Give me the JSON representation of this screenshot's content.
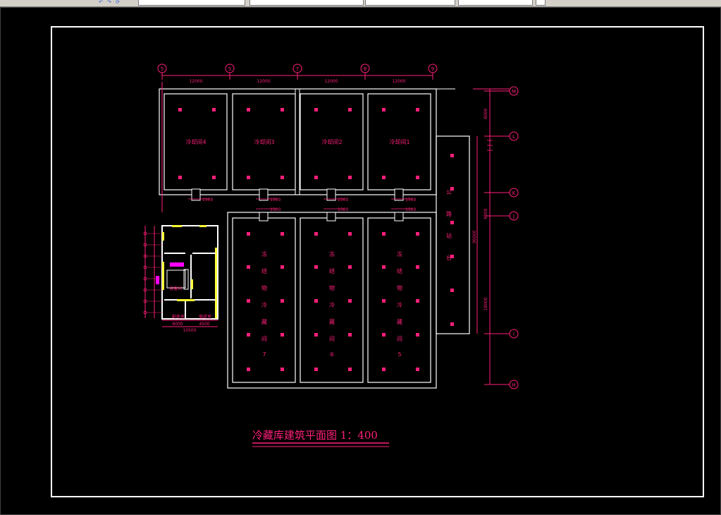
{
  "toolbar": {
    "fields": [
      "",
      "",
      "",
      "",
      ""
    ]
  },
  "colors": {
    "background": "#000000",
    "frame": "#ffffff",
    "accent": "#ff1f7a",
    "wall": "#ffffff",
    "highlight": "#ffff33",
    "magenta": "#ff00ff"
  },
  "drawing": {
    "title": "冷藏库建筑平面图 1：400",
    "grid_top": [
      "5",
      "5",
      "7",
      "8",
      "9"
    ],
    "grid_top_dims": [
      "12000",
      "12000",
      "12000",
      "12000"
    ],
    "grid_right": [
      "M",
      "L",
      "K",
      "J",
      "I",
      "H"
    ],
    "right_dims": [
      "6000",
      "6000",
      "36000",
      "18000"
    ],
    "door_dims": [
      "1500",
      "1500",
      "1500",
      "1500",
      "1500",
      "1500",
      "1500"
    ],
    "rooms_top": [
      "冷却间4",
      "冷却间3",
      "冷却间2",
      "冷却间1"
    ],
    "rooms_bottom": [
      {
        "chars": [
          "冻",
          "结",
          "物",
          "冷",
          "藏",
          "间"
        ],
        "num": "7"
      },
      {
        "chars": [
          "冻",
          "结",
          "物",
          "冷",
          "藏",
          "间"
        ],
        "num": "6"
      },
      {
        "chars": [
          "冻",
          "结",
          "物",
          "冷",
          "藏",
          "间"
        ],
        "num": "5"
      }
    ],
    "corridor": [
      "公",
      "路",
      "站",
      "台"
    ],
    "annex_rooms": [
      "设备间",
      "配电室",
      "值班室"
    ],
    "annex_dims": [
      "6000",
      "4500"
    ],
    "annex_total": "10500"
  }
}
